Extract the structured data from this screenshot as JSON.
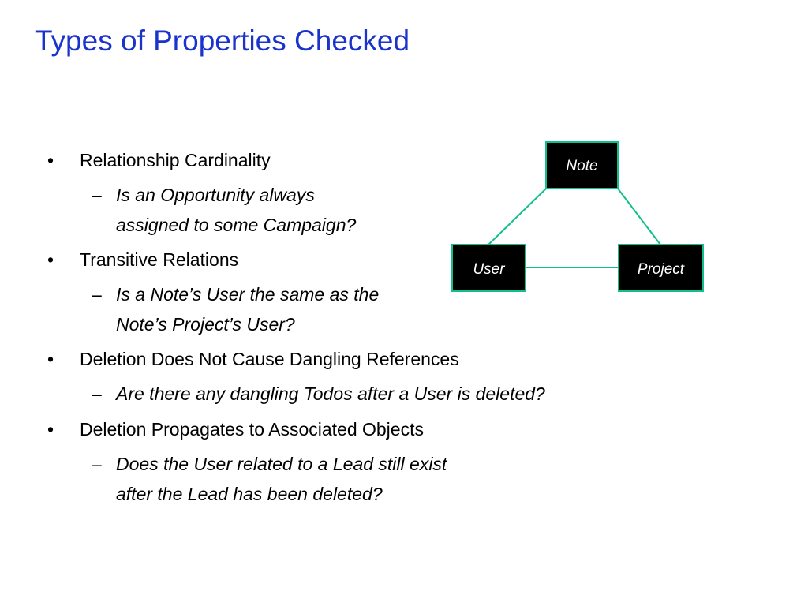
{
  "title": "Types of Properties Checked",
  "bullets": [
    {
      "marker": "•",
      "text": "Relationship Cardinality",
      "sub": {
        "marker": "–",
        "lines": [
          "Is an Opportunity always",
          "assigned to some Campaign?"
        ]
      }
    },
    {
      "marker": "•",
      "text": "Transitive Relations",
      "sub": {
        "marker": "–",
        "lines": [
          "Is a Note’s User the same as the",
          "Note’s Project’s User?"
        ]
      }
    },
    {
      "marker": "•",
      "text": "Deletion Does Not Cause Dangling References",
      "sub": {
        "marker": "–",
        "lines": [
          "Are there any dangling Todos after a User is deleted?"
        ]
      }
    },
    {
      "marker": "•",
      "text": "Deletion Propagates to Associated Objects",
      "sub": {
        "marker": "–",
        "lines": [
          "Does the User related to a Lead still exist",
          "after the Lead has been deleted?"
        ]
      }
    }
  ],
  "diagram": {
    "nodes": {
      "note": "Note",
      "user": "User",
      "project": "Project"
    },
    "colors": {
      "edge": "#10c08c",
      "node_fill": "#000000",
      "node_text": "#ffffff",
      "title": "#1a33cc"
    }
  }
}
